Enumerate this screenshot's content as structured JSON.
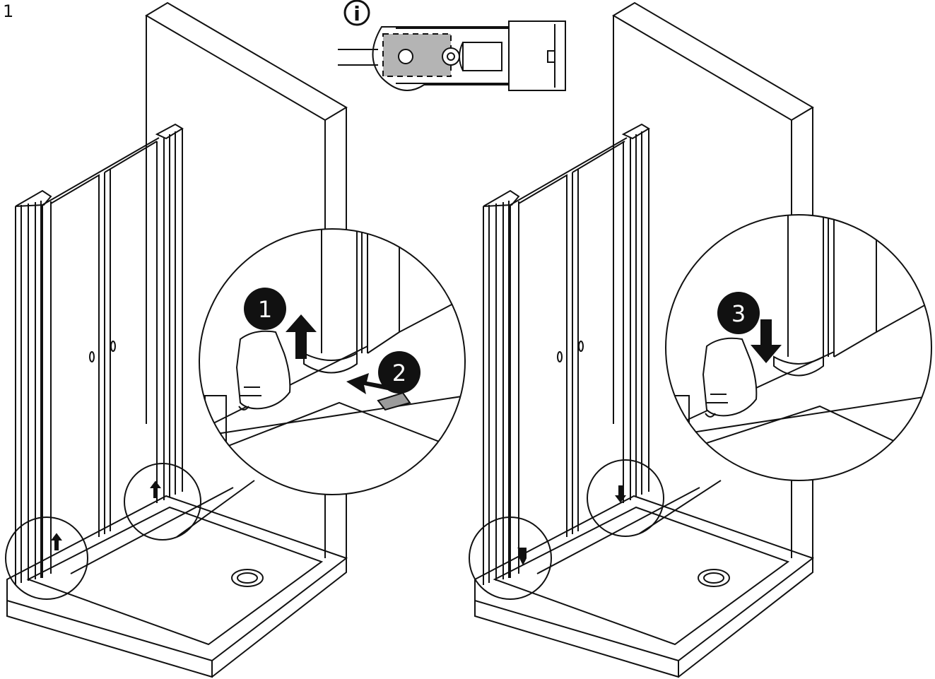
{
  "page_number": "1",
  "info_icon": {
    "name": "info-icon",
    "symbol": "i"
  },
  "steps": [
    {
      "label": "1",
      "arrow": "up"
    },
    {
      "label": "2",
      "arrow": "left"
    },
    {
      "label": "3",
      "arrow": "down"
    }
  ],
  "colors": {
    "line": "#111111",
    "pad": "#9b9b9b",
    "info_highlight": "#b4b4b4",
    "background": "#ffffff"
  }
}
